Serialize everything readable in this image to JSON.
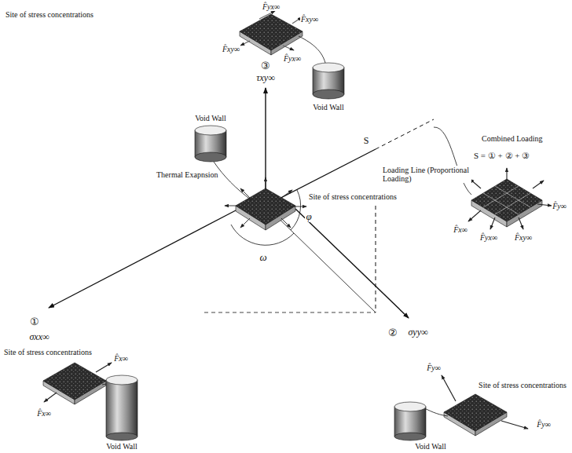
{
  "diagram": {
    "labels": [
      "Site of stress concentrations",
      "F̂yx∞",
      "F̂xy∞",
      "F̂xy∞",
      "F̂yx∞",
      "Void Wall",
      "③",
      "τxy∞",
      "Void Wall",
      "Thermal Exapnsion",
      "Site of stress concentrations",
      "S",
      "Loading Line (Proportional Loading)",
      "Combined Loading",
      "S = ① + ② + ③",
      "F̂x∞",
      "F̂yx∞",
      "F̂xy∞",
      "F̂y∞",
      "ω",
      "φ",
      "①",
      "σxx∞",
      "②",
      "σyy∞",
      "Site of stress concentrations",
      "F̂x∞",
      "F̂x∞",
      "Void Wall",
      "F̂y∞",
      "Site of stress concentrations",
      "F̂y∞",
      "Void Wall"
    ]
  }
}
